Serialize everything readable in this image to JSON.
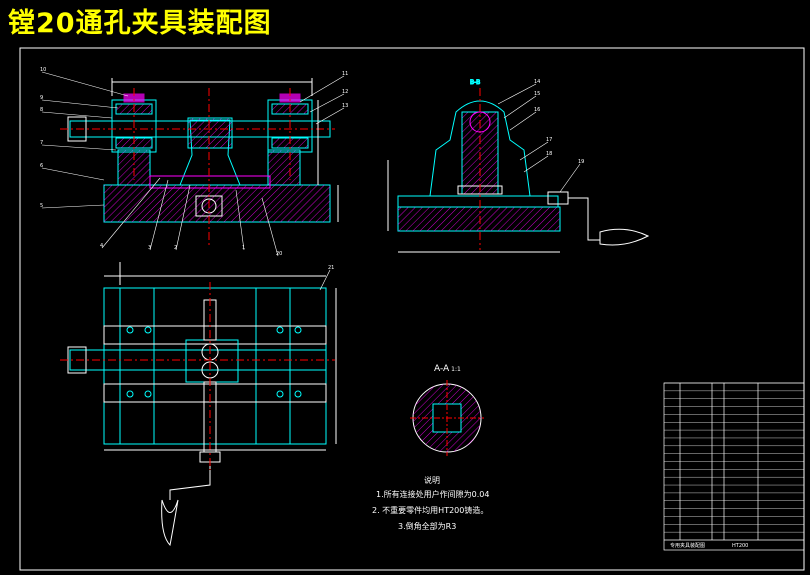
{
  "title": "镗20通孔夹具装配图",
  "section_label": "A-A",
  "section_scale": "1:1",
  "view_label_bb": "B-B",
  "notes": {
    "heading": "说明",
    "items": [
      "1.所有连接处用户作间隙为0.04",
      "2. 不重要零件均用HT200铸造。",
      "3.倒角全部为R3"
    ]
  },
  "balloons_front": [
    "10",
    "9",
    "8",
    "7",
    "6",
    "5",
    "4",
    "3",
    "2",
    "1",
    "20",
    "11",
    "12",
    "13"
  ],
  "balloons_side": [
    "14",
    "15",
    "16",
    "17",
    "18",
    "19"
  ],
  "balloons_top": [
    "21"
  ],
  "title_block": {
    "table_label": "专用夹具装配图",
    "material": "HT200"
  },
  "colors": {
    "frame": "#ffffff",
    "part": "#00ffff",
    "hatch": "#ff00ff",
    "center": "#ff0000",
    "dim": "#ffffff",
    "accent": "#ffff00",
    "green": "#00ff00"
  }
}
